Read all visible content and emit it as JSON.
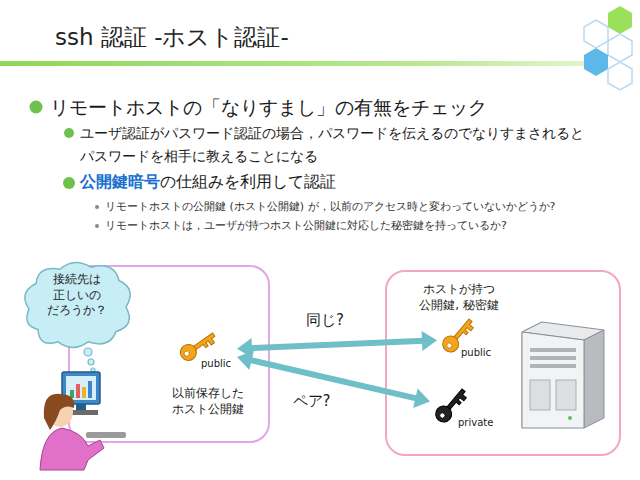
{
  "diagram": {
    "title": "ssh 認証 -ホスト認証-",
    "nodes": [
      {
        "text": [
          "接続先は 正しいの だろうか？"
        ]
      },
      {
        "text": [
          "以前保存した ホスト公開鍵"
        ]
      },
      {
        "text": [
          "public"
        ],
        "in": 1
      },
      {
        "text": [
          "ホストが持つ 公開鍵, 秘密鍵"
        ]
      },
      {
        "text": [
          "public"
        ],
        "in": 3
      },
      {
        "text": [
          "private"
        ],
        "in": 3
      }
    ],
    "edges": [
      {
        "from": 2,
        "to": 4,
        "arrow": "both",
        "label": "同じ?"
      },
      {
        "from": 2,
        "to": 5,
        "arrow": "both",
        "label": "ペア?"
      }
    ],
    "labels": [
      "リモートホストの「なりすまし」の有無をチェック",
      "ユーザ認証がパスワード認証の場合，パスワードを伝えるのでなりすまされると パスワードを相手に教えることになる",
      "公開鍵暗号",
      "の仕組みを利用して認証",
      "リモートホストの公開鍵 (ホスト公開鍵) が，以前のアクセス時と変わっていないかどうか?",
      "リモートホストは，ユーザが持つホスト公開鍵に対応した秘密鍵を持っているか?"
    ]
  }
}
